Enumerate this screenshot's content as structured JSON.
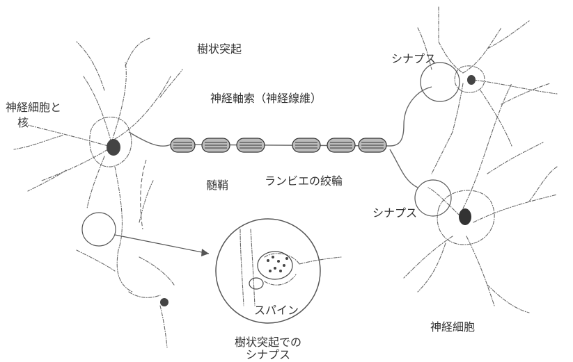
{
  "labels": {
    "dendrite": "樹状突起",
    "axon": "神経軸索（神経線維）",
    "cell_body_line1": "神経細胞と",
    "cell_body_line2": "核",
    "myelin": "髄鞘",
    "ranvier": "ランビエの絞輪",
    "synapse_top": "シナプス",
    "synapse_middle": "シナプス",
    "spine": "スパイン",
    "dendritic_synapse_line1": "樹状突起での",
    "dendritic_synapse_line2": "シナプス",
    "neuron_right": "神経細胞"
  },
  "colors": {
    "line": "#555555",
    "nucleus": "#333333",
    "text": "#333333"
  }
}
